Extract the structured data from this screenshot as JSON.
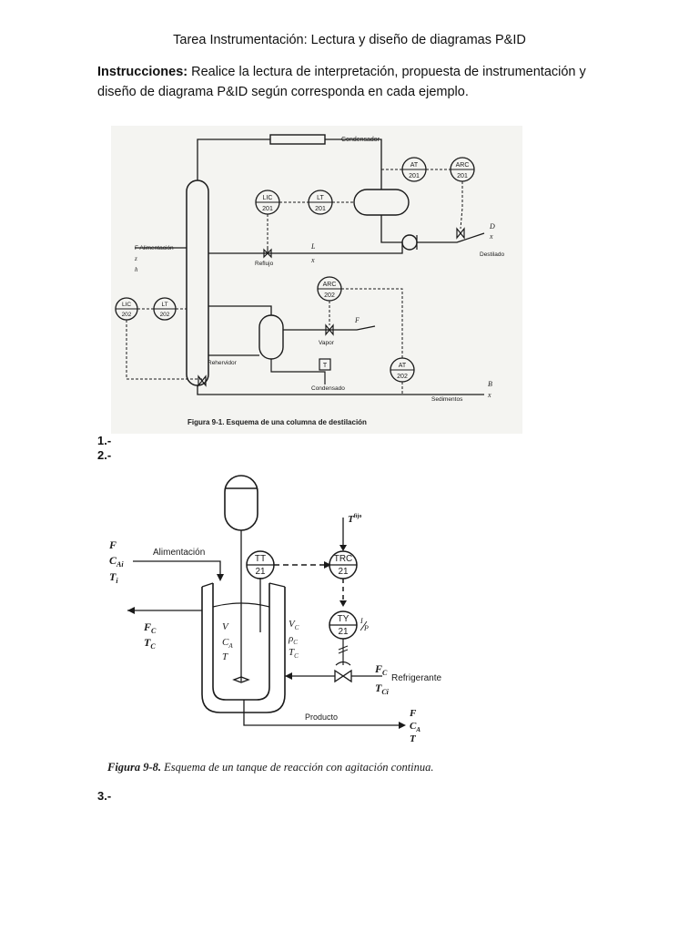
{
  "header": {
    "title": "Tarea Instrumentación: Lectura y diseño de diagramas P&ID"
  },
  "instructions": {
    "label": "Instrucciones:",
    "text": " Realice la lectura de interpretación, propuesta de instrumentación y diseño de diagrama P&ID según corresponda en cada ejemplo."
  },
  "items": {
    "one": "1.-",
    "two": "2.-",
    "three": "3.-"
  },
  "figure1": {
    "caption": "Figura 9-1. Esquema de una columna de destilación",
    "labels": {
      "condensador": "Condensador",
      "at201": "AT",
      "at201_num": "201",
      "arc201": "ARC",
      "arc201_num": "201",
      "lic201": "LIC",
      "lic201_num": "201",
      "lt201": "LT",
      "lt201_num": "201",
      "alimentacion": "F Alimentación",
      "z": "z",
      "hf": "h",
      "reflujo": "Reflujo",
      "lo": "L",
      "xd2": "x",
      "d": "D",
      "xd": "x",
      "destilado": "Destilado",
      "lic202": "LIC",
      "lic202_num": "202",
      "lt202": "LT",
      "lt202_num": "202",
      "arc202": "ARC",
      "arc202_num": "202",
      "fs": "F",
      "vapor": "Vapor",
      "rehervidor": "Rehervidor",
      "t": "T",
      "condensado": "Condensado",
      "at202": "AT",
      "at202_num": "202",
      "b": "B",
      "xb": "x",
      "sedimentos": "Sedimentos"
    }
  },
  "figure2": {
    "caption_bold": "Figura 9-8.",
    "caption_text": " Esquema de un tanque de reacción con agitación continua.",
    "labels": {
      "tsp": "T",
      "tsp_sup": "fijo",
      "f": "F",
      "cai": "C",
      "cai_sub": "Ai",
      "ti": "T",
      "ti_sub": "i",
      "alimentacion": "Alimentación",
      "tt": "TT",
      "tt_num": "21",
      "trc": "TRC",
      "trc_num": "21",
      "ty": "TY",
      "ty_num": "21",
      "ip": "I",
      "ip2": "P",
      "fc": "F",
      "fc_sub": "C",
      "tc": "T",
      "tc_sub": "C",
      "v": "V",
      "ca": "C",
      "ca_sub": "A",
      "t": "T",
      "vc": "V",
      "vc_sub": "C",
      "rhoc": "ρ",
      "rhoc_sub": "C",
      "tc2": "T",
      "tc2_sub": "C",
      "fc_in": "F",
      "fc_in_sub": "C",
      "refrigerante": "Refrigerante",
      "tci": "T",
      "tci_sub": "Ci",
      "producto": "Producto",
      "f_out": "F",
      "ca_out": "C",
      "ca_out_sub": "A",
      "t_out": "T"
    }
  }
}
